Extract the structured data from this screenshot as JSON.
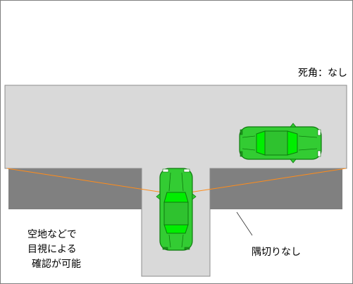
{
  "diagram": {
    "labels": {
      "blind_spot": "死角：なし",
      "visibility_line1": "空地などで",
      "visibility_line2": "目視による",
      "visibility_line3": "確認が可能",
      "corner_cut": "隅切りなし"
    },
    "colors": {
      "road": "#d9d9d9",
      "road_outline": "#8c8c8c",
      "vacant_lot": "#808080",
      "car_body": "#33cc33",
      "car_glass": "#00ee00",
      "car_outline": "#0d7a0d",
      "sight_line": "#ff8c1a",
      "leader_line": "#333333",
      "background": "#ffffff"
    }
  }
}
